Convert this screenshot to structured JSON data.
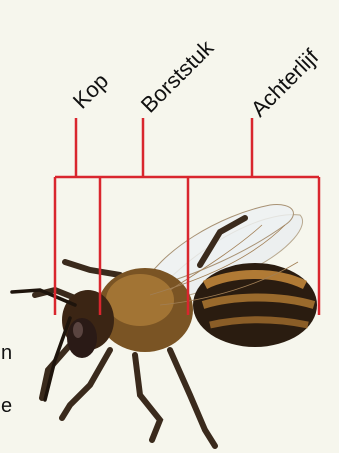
{
  "labels": {
    "head": "Kop",
    "thorax": "Borststuk",
    "abdomen": "Achterlijf"
  },
  "edge_fragments": {
    "first": "n",
    "second": "e"
  },
  "colors": {
    "background": "#f6f6ed",
    "leader_line": "#d9262e",
    "text": "#111111"
  }
}
